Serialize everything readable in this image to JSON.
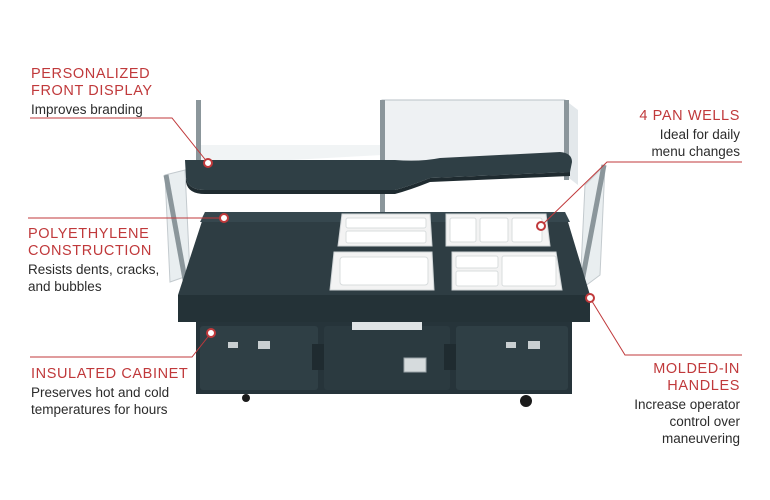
{
  "colors": {
    "accent": "#c0393b",
    "cart_body": "#2d3c42",
    "cart_dark": "#1f2b30",
    "pan": "#f2f2f2"
  },
  "callouts": {
    "front_display": {
      "title": "PERSONALIZED\nFRONT DISPLAY",
      "desc": "Improves branding"
    },
    "pan_wells": {
      "title": "4 PAN WELLS",
      "desc": "Ideal for daily\nmenu changes"
    },
    "polyethylene": {
      "title": "POLYETHYLENE\nCONSTRUCTION",
      "desc": "Resists dents, cracks,\nand bubbles"
    },
    "insulated": {
      "title": "INSULATED CABINET",
      "desc": "Preserves hot and cold\ntemperatures for hours"
    },
    "handles": {
      "title": "MOLDED-IN\nHANDLES",
      "desc": "Increase operator\ncontrol over\nmaneuvering"
    }
  }
}
